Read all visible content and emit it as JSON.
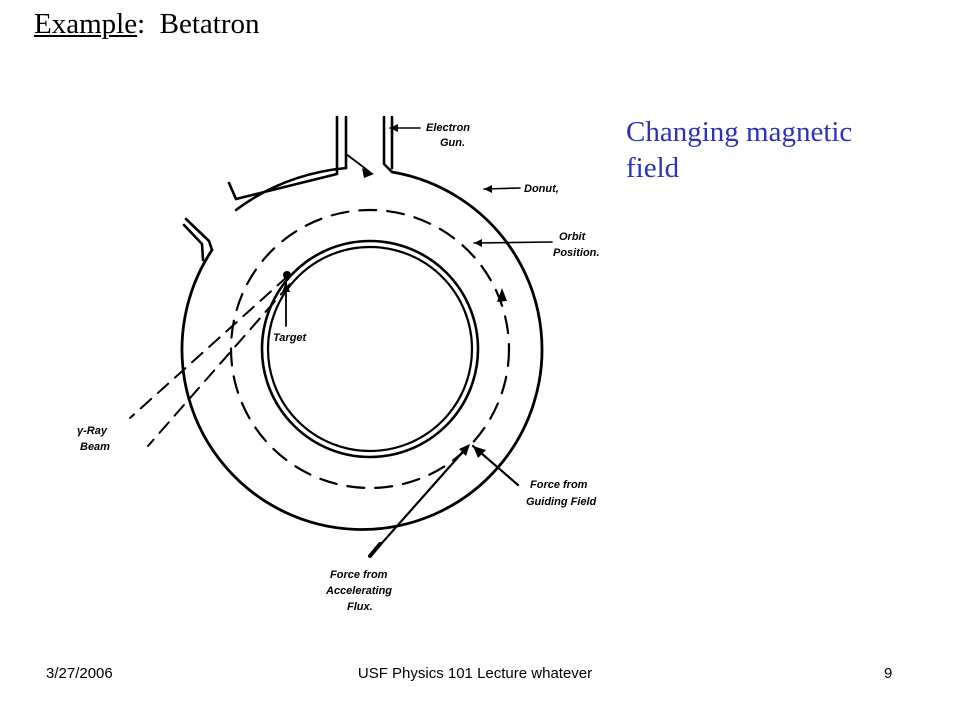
{
  "slide": {
    "title_key": "Example",
    "title_sep": ":",
    "title_text": "Betatron",
    "annotation": "Changing magnetic field"
  },
  "diagram": {
    "labels": {
      "electron_gun_line1": "Electron",
      "electron_gun_line2": "Gun.",
      "donut": "Donut,",
      "orbit_line1": "Orbit",
      "orbit_line2": "Position.",
      "target": "Target",
      "gamma_line1": "γ-Ray",
      "gamma_line2": "Beam",
      "guiding_line1": "Force  from",
      "guiding_line2": "Guiding  Field",
      "accel_line1": "Force  from",
      "accel_line2": "Accelerating",
      "accel_line3": "Flux."
    }
  },
  "footer": {
    "date": "3/27/2006",
    "center": "USF   Physics 101   Lecture whatever",
    "page": "9"
  },
  "colors": {
    "annotation": "#2b34b8",
    "text": "#000000",
    "background": "#ffffff"
  }
}
